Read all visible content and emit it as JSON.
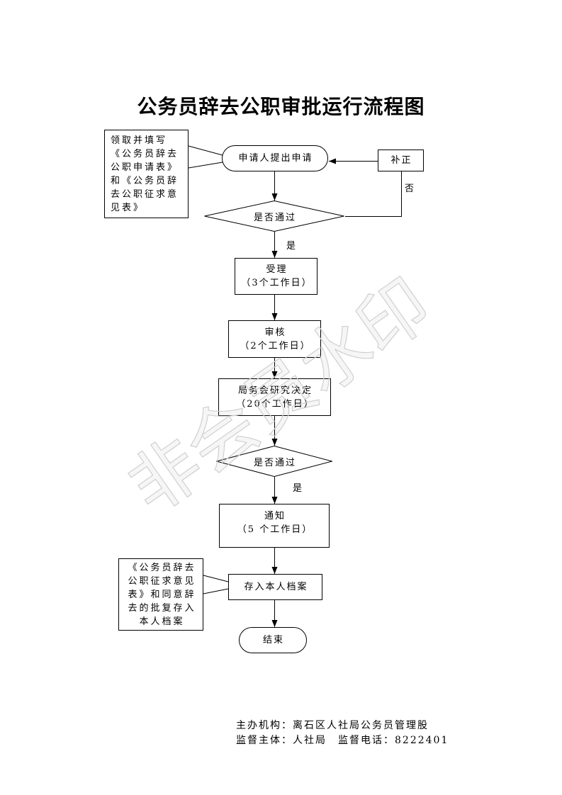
{
  "title": "公务员辞去公职审批运行流程图",
  "watermark": "非会员水印",
  "notes": {
    "application_forms": {
      "lines": [
        "领取并填写",
        "《公务员辞去",
        "公职申请表》",
        "和《公务员辞",
        "去公职征求意",
        "见表》"
      ]
    },
    "archive_documents": {
      "lines": [
        "《公务员辞去",
        "公职征求意见",
        "表》和同意辞",
        "去的批复存入",
        "本人档案"
      ]
    }
  },
  "nodes": {
    "start": "申请人提出申请",
    "supplement": "补正",
    "check1": "是否通过",
    "accept": {
      "title": "受理",
      "duration": "（3个工作日）"
    },
    "review": {
      "title": "审核",
      "duration": "（2个工作日）"
    },
    "decision": {
      "title": "局务会研究决定",
      "duration": "（20个工作日）"
    },
    "check2": "是否通过",
    "notify": {
      "title": "通知",
      "duration": "（5 个工作日）"
    },
    "archive": "存入本人档案",
    "end": "结束"
  },
  "edge_labels": {
    "check1_no": "否",
    "check1_yes": "是",
    "check2_yes": "是"
  },
  "footer": {
    "organizer": "主办机构：离石区人社局公务员管理股",
    "supervisor": "监督主体：人社局",
    "phone": "监督电话：8222401"
  }
}
